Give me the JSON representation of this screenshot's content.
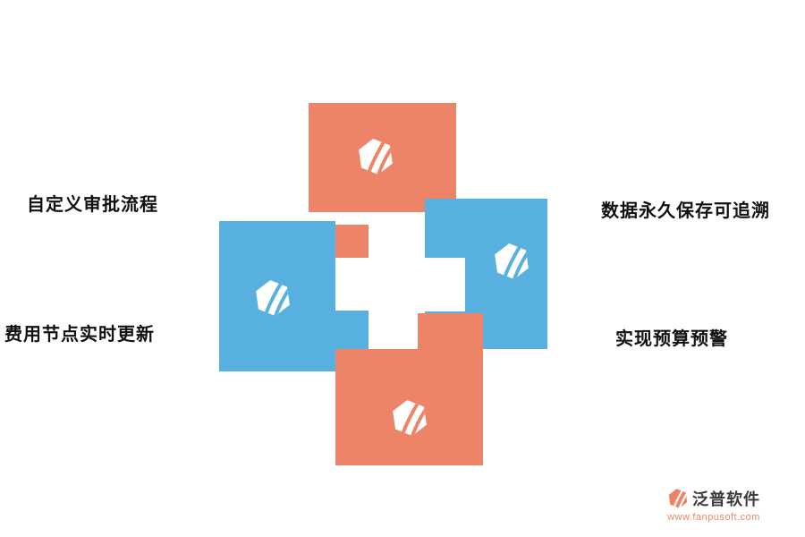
{
  "diagram": {
    "labels": {
      "top_left": "自定义审批流程",
      "top_right": "数据永久保存可追溯",
      "bottom_left": "费用节点实时更新",
      "bottom_right": "实现预算预警"
    },
    "colors": {
      "coral": "#ee8467",
      "blue": "#57b0e0",
      "text": "#111111"
    },
    "icon": "hexagon-swirl-icon"
  },
  "footer": {
    "brand": "泛普软件",
    "url": "www.fanpusoft.com"
  }
}
